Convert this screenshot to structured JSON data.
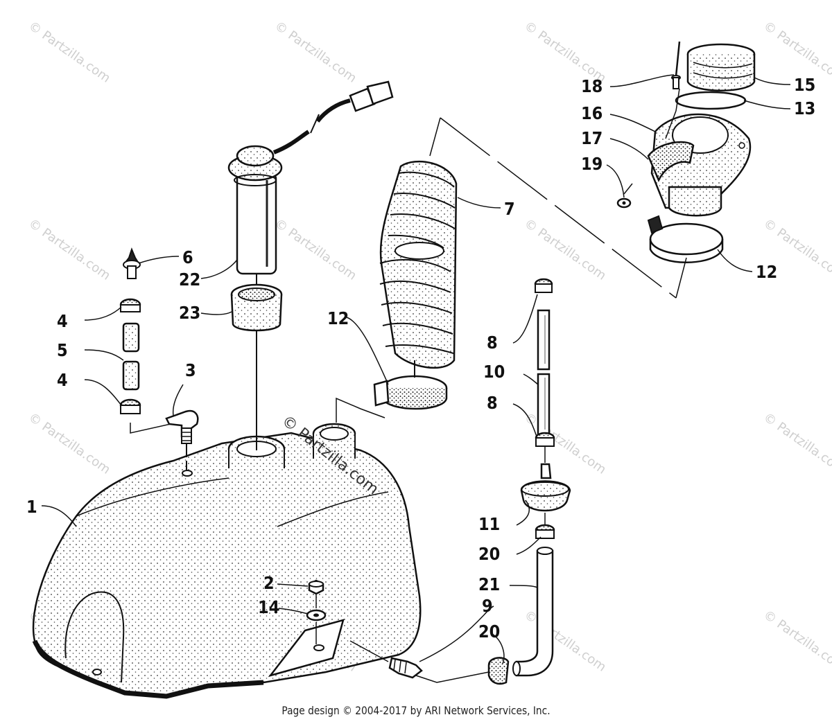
{
  "watermark": {
    "text": "© Partzilla.com"
  },
  "center_watermark": {
    "text": "© Partzilla.com"
  },
  "callouts": [
    {
      "label": "1"
    },
    {
      "label": "2"
    },
    {
      "label": "3"
    },
    {
      "label": "4"
    },
    {
      "label": "4"
    },
    {
      "label": "5"
    },
    {
      "label": "6"
    },
    {
      "label": "7"
    },
    {
      "label": "8"
    },
    {
      "label": "8"
    },
    {
      "label": "9"
    },
    {
      "label": "10"
    },
    {
      "label": "11"
    },
    {
      "label": "12"
    },
    {
      "label": "12"
    },
    {
      "label": "13"
    },
    {
      "label": "14"
    },
    {
      "label": "15"
    },
    {
      "label": "16"
    },
    {
      "label": "17"
    },
    {
      "label": "18"
    },
    {
      "label": "19"
    },
    {
      "label": "20"
    },
    {
      "label": "20"
    },
    {
      "label": "21"
    },
    {
      "label": "22"
    },
    {
      "label": "23"
    }
  ],
  "footer": {
    "text": "Page design © 2004-2017 by ARI Network Services, Inc."
  }
}
